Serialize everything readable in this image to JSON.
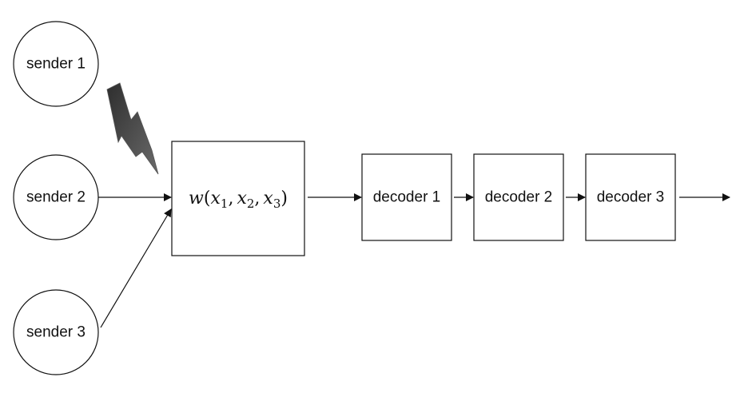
{
  "senders": [
    {
      "label": "sender 1"
    },
    {
      "label": "sender 2"
    },
    {
      "label": "sender 3"
    }
  ],
  "channel": {
    "func": "w",
    "open": "(",
    "var": "x",
    "subs": [
      "1",
      "2",
      "3"
    ],
    "sep": ",",
    "close": ")"
  },
  "decoders": [
    {
      "label": "decoder 1"
    },
    {
      "label": "decoder 2"
    },
    {
      "label": "decoder 3"
    }
  ],
  "icons": {
    "interference": "lightning-bolt-icon"
  },
  "colors": {
    "stroke": "#111111",
    "background": "#ffffff",
    "bolt_dark": "#3a3a3a",
    "bolt_light": "#8c8c8c"
  }
}
